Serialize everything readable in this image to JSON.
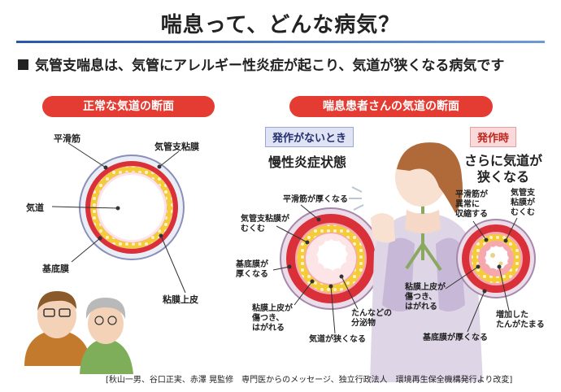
{
  "title": "喘息って、どんな病気？",
  "lead": "気管支喘息は、気管にアレルギー性炎症が起こり、気道が狭くなる病気です",
  "normal": {
    "heading": "正常な気道の断面",
    "labels": {
      "smooth_muscle": "平滑筋",
      "mucosa": "気管支粘膜",
      "airway": "気道",
      "basement": "基底膜",
      "epithelium": "粘膜上皮"
    }
  },
  "patient": {
    "heading": "喘息患者さんの気道の断面",
    "no_attack": {
      "tag": "発作がないとき",
      "state": "慢性炎症状態",
      "labels": {
        "muscle_thick": "平滑筋が厚くなる",
        "mucosa_swell_1": "気管支粘膜が",
        "mucosa_swell_2": "むくむ",
        "basement_1": "基底膜が",
        "basement_2": "厚くなる",
        "epi_1": "粘膜上皮が",
        "epi_2": "傷つき、",
        "epi_3": "はがれる",
        "sputum_1": "たんなどの",
        "sputum_2": "分泌物",
        "narrow": "気道が狭くなる"
      }
    },
    "attack": {
      "tag": "発作時",
      "state_1": "さらに気道が",
      "state_2": "狭くなる",
      "labels": {
        "muscle_1": "平滑筋が",
        "muscle_2": "異常に",
        "muscle_3": "収縮する",
        "mucosa_1": "気管支",
        "mucosa_2": "粘膜が",
        "mucosa_3": "むくむ",
        "epi_1": "粘膜上皮が",
        "epi_2": "傷つき、",
        "epi_3": "はがれる",
        "sputum_1": "増加した",
        "sputum_2": "たんがたまる",
        "basement": "基底膜が厚くなる"
      }
    }
  },
  "footer": "[秋山一男、谷口正実、赤澤 晃監修　専門医からのメッセージ、独立行政法人　環境再生保全機構発行より改変]",
  "colors": {
    "accent": "#e43b32",
    "wall": "#d9303a",
    "mucosa": "#f6a8ae",
    "muscle": "#e8b62a",
    "rule": "#2a57a8"
  }
}
